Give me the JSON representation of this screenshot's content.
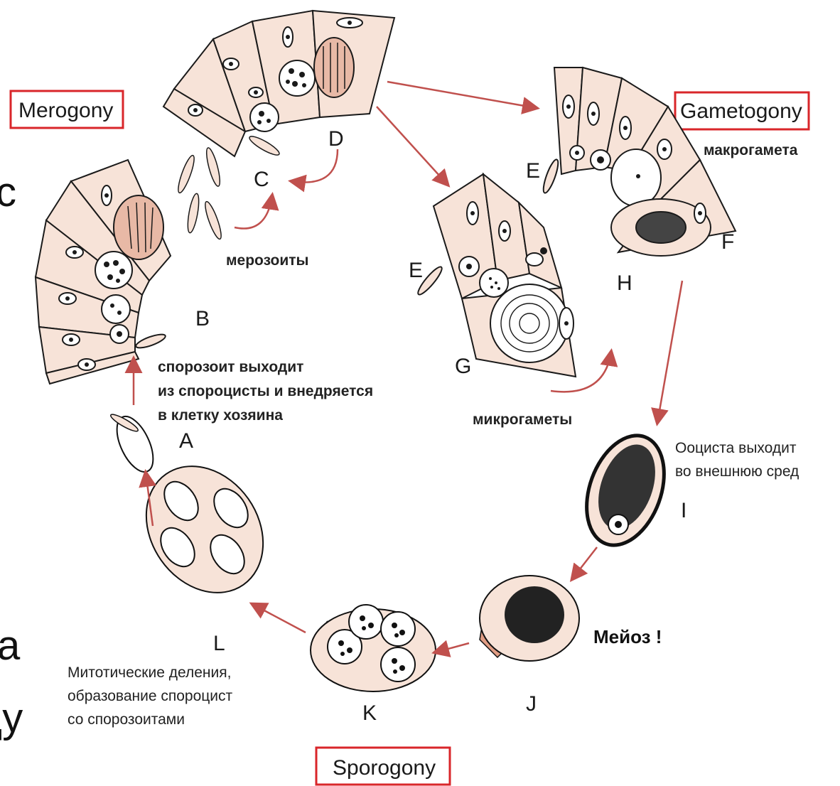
{
  "phase_boxes": {
    "merogony": "Merogony",
    "gametogony": "Gametogony",
    "sporogony": "Sporogony"
  },
  "stage_letters": {
    "A": "A",
    "B": "B",
    "C": "C",
    "D": "D",
    "E1": "E",
    "E2": "E",
    "F": "F",
    "G": "G",
    "H": "H",
    "I": "I",
    "J": "J",
    "K": "K",
    "L": "L"
  },
  "annotations": {
    "merozoites": "мерозоиты",
    "macrogamete": "макрогамета",
    "microgametes": "микрогаметы",
    "sporozoite_line1": "спорозоит выходит",
    "sporozoite_line2": "из спороцисты и внедряется",
    "sporozoite_line3": "в клетку хозяина",
    "oocyst_line1": "Ооциста выходит",
    "oocyst_line2": "во внешнюю сред",
    "meiosis": "Мейоз !",
    "mitotic_line1": "Митотические деления,",
    "mitotic_line2": "образование спороцист",
    "mitotic_line3": "со спорозоитами"
  },
  "background_fragments": {
    "left_top": "с",
    "left_bottom_1": "а",
    "left_bottom_2": "цу"
  },
  "colors": {
    "cell_fill": "#f7e3d8",
    "arrow": "#c0504d",
    "box_border": "#d9262a",
    "ink": "#1a1a1a"
  }
}
